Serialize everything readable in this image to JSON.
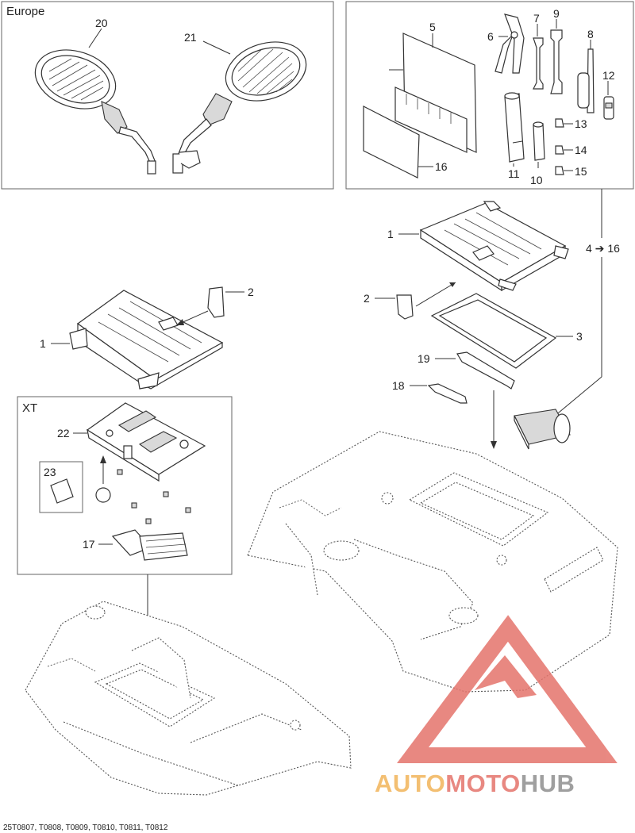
{
  "boxes": {
    "europe": "Europe",
    "xt": "XT"
  },
  "callouts": {
    "c1a": "1",
    "c1b": "1",
    "c2a": "2",
    "c2b": "2",
    "c3": "3",
    "c4to16": "4",
    "c5": "5",
    "c6": "6",
    "c7": "7",
    "c8": "8",
    "c9": "9",
    "c10": "10",
    "c11": "11",
    "c12": "12",
    "c13": "13",
    "c14": "14",
    "c15": "15",
    "c16a": "16",
    "c16b": "16",
    "c17": "17",
    "c18": "18",
    "c19": "19",
    "c20": "20",
    "c21": "21",
    "c22": "22",
    "c23": "23"
  },
  "footer": "25T0807, T0808, T0809, T0810, T0811, T0812",
  "watermark": {
    "part1": "AUTO",
    "part2": "MOTO",
    "part3": "HUB",
    "colors": {
      "orange": "#f2b45a",
      "red": "#e5746c",
      "gray": "#8f8f8f"
    }
  }
}
